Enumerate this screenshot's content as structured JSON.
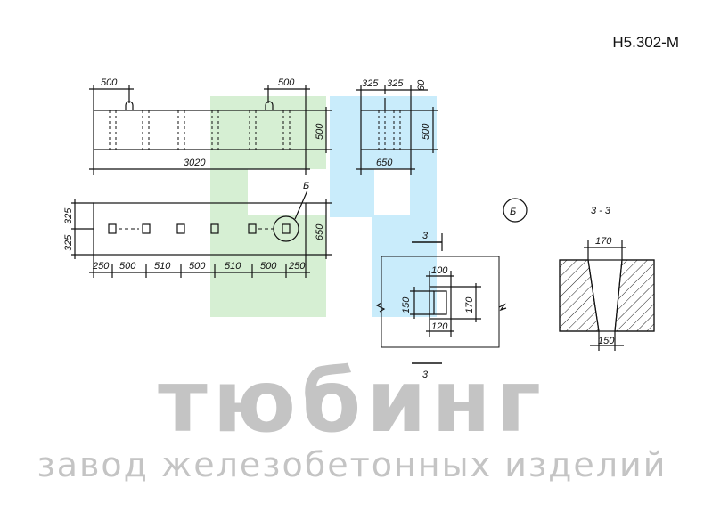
{
  "header": {
    "code": "Н5.302-М"
  },
  "watermark": {
    "title": "тюбинг",
    "subtitle": "завод железобетонных изделий"
  },
  "colors": {
    "logo_green": "#d6efd3",
    "logo_blue": "#c9ecfb",
    "line": "#111111",
    "watermark_text": "#c4c4c4"
  },
  "front_view": {
    "dim_top_left": "500",
    "dim_top_right": "500",
    "dim_height": "500",
    "dim_length": "3020"
  },
  "end_view": {
    "dim_top_a": "325",
    "dim_top_b": "325",
    "dim_top_c": "60",
    "dim_height": "500",
    "dim_width": "650"
  },
  "plan_view": {
    "dim_left_a": "325",
    "dim_left_b": "325",
    "dim_height": "650",
    "callout": "Б",
    "dims_bottom": [
      "250",
      "500",
      "510",
      "500",
      "510",
      "500",
      "250"
    ]
  },
  "detail_b": {
    "marker": "Б",
    "section_mark": "3",
    "dim_top": "100",
    "dim_left": "150",
    "dim_right": "170",
    "dim_bottom": "120"
  },
  "section_33": {
    "title": "3 - 3",
    "dim_top": "170",
    "dim_bottom": "150"
  }
}
